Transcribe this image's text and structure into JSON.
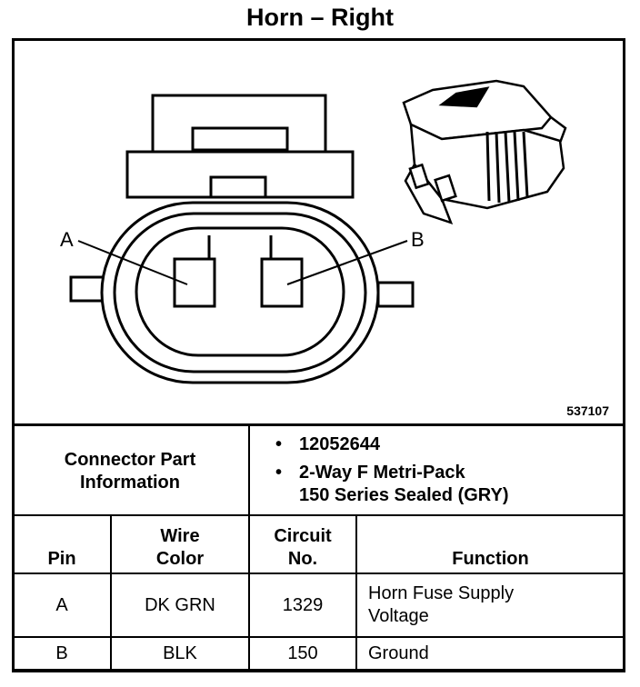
{
  "title": "Horn – Right",
  "figure_number": "537107",
  "pin_labels": {
    "a": "A",
    "b": "B"
  },
  "connector_info": {
    "label_line1": "Connector Part",
    "label_line2": "Information",
    "part_number": "12052644",
    "description_line1": "2-Way F Metri-Pack",
    "description_line2": "150 Series Sealed (GRY)"
  },
  "pin_table": {
    "headers": {
      "pin": "Pin",
      "wire_color_line1": "Wire",
      "wire_color_line2": "Color",
      "circuit_line1": "Circuit",
      "circuit_line2": "No.",
      "function": "Function"
    },
    "rows": [
      {
        "pin": "A",
        "wire_color": "DK GRN",
        "circuit": "1329",
        "function_line1": "Horn Fuse Supply",
        "function_line2": "Voltage"
      },
      {
        "pin": "B",
        "wire_color": "BLK",
        "circuit": "150",
        "function_line1": "Ground",
        "function_line2": ""
      }
    ]
  }
}
